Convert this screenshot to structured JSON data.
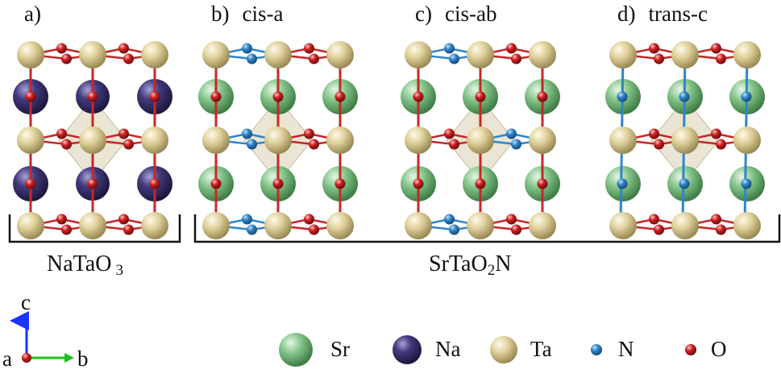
{
  "panels": [
    {
      "tag": "a)",
      "name": ""
    },
    {
      "tag": "b)",
      "name": "cis-a"
    },
    {
      "tag": "c)",
      "name": "cis-ab"
    },
    {
      "tag": "d)",
      "name": "trans-c"
    }
  ],
  "formulas": {
    "left": {
      "main": "NaTaO",
      "sub": "3"
    },
    "right": {
      "pre": "SrTaO",
      "sub": "2",
      "post": "N"
    }
  },
  "axes": {
    "c": "c",
    "a": "a",
    "b": "b"
  },
  "legend": [
    {
      "label": "Sr",
      "color": "#7cbf82"
    },
    {
      "label": "Na",
      "color": "#3e3574"
    },
    {
      "label": "Ta",
      "color": "#dccf9a"
    },
    {
      "label": "N",
      "color": "#2e7fc2"
    },
    {
      "label": "O",
      "color": "#c81e1e"
    }
  ],
  "colors": {
    "o_bond": "#c62828",
    "n_bond": "#2e86cc",
    "octahedron": "#d9cfb3"
  }
}
